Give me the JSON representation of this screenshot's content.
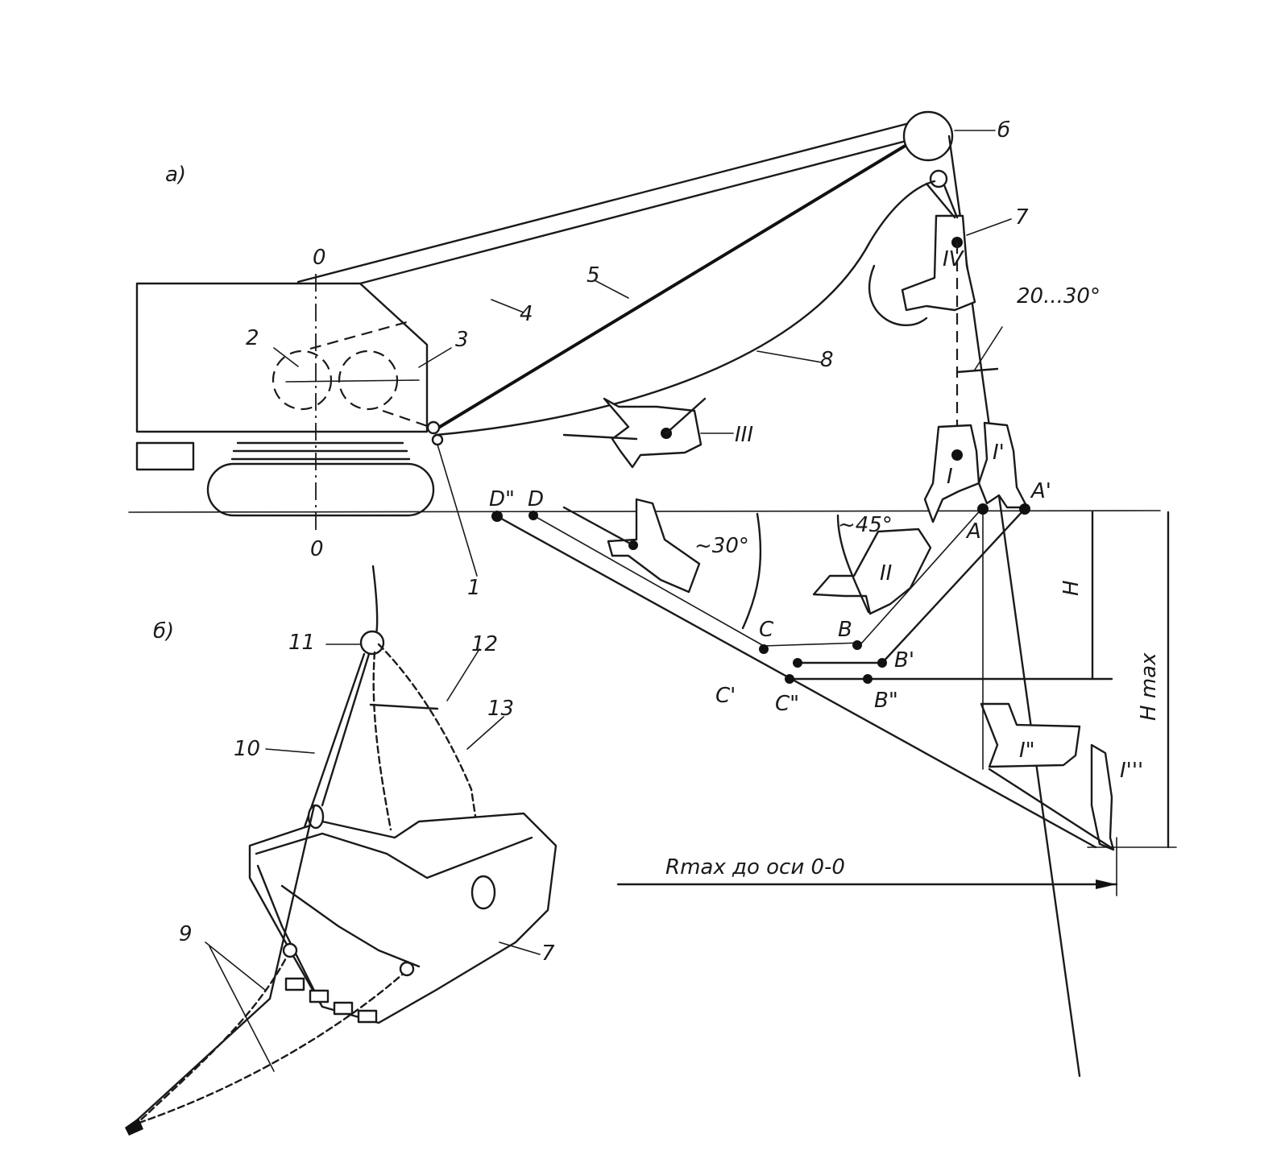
{
  "panels": {
    "a": "а)",
    "b": "б)"
  },
  "axis": {
    "top": "0",
    "bottom": "0"
  },
  "numbers": {
    "n1": "1",
    "n2": "2",
    "n3": "3",
    "n4": "4",
    "n5": "5",
    "n6": "б",
    "n7": "7",
    "n8": "8",
    "n9": "9",
    "n10": "10",
    "n11": "11",
    "n12": "12",
    "n13": "13",
    "n7b": "7"
  },
  "positions": {
    "I": "I",
    "I1": "I'",
    "I2": "I\"",
    "I3": "I'''",
    "II": "II",
    "III": "III",
    "IV": "IV"
  },
  "points": {
    "A": "A",
    "A1": "A'",
    "B": "B",
    "B1": "B'",
    "B2": "B\"",
    "C": "C",
    "C1": "C'",
    "C2": "C\"",
    "D": "D",
    "D2": "D\""
  },
  "angles": {
    "a30": "~30°",
    "a45": "~45°",
    "a2030": "20...30°"
  },
  "dims": {
    "H": "H",
    "Hmax": "H max",
    "Rmax": "Rmax  до оси 0-0"
  }
}
